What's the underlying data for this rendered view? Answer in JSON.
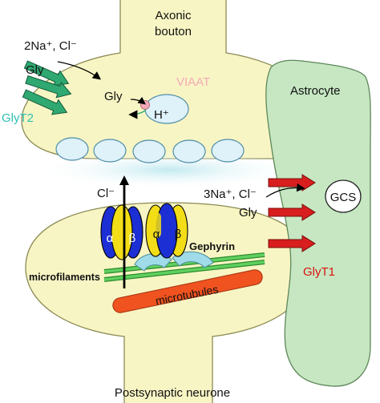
{
  "labels": {
    "axonic_bouton_line1": "Axonic",
    "axonic_bouton_line2": "bouton",
    "ions_presynaptic": "2Na⁺, Cl⁻",
    "gly_in": "Gly",
    "gly_vesicle": "Gly",
    "viaat": "VIAAT",
    "h_plus": "H⁺",
    "glyt2": "GlyT2",
    "astrocyte": "Astrocyte",
    "ions_astro": "3Na⁺, Cl⁻",
    "gly_astro": "Gly",
    "gcs": "GCS",
    "glyt1": "GlyT1",
    "cl_minus": "Cl⁻",
    "alpha": "α",
    "beta": "β",
    "gephyrin": "Gephyrin",
    "microfilaments": "microfilaments",
    "microtubules": "microtubules",
    "postsynaptic": "Postsynaptic neurone"
  },
  "colors": {
    "neuron_fill": "#f8f5c4",
    "neuron_stroke": "#8b8b55",
    "astrocyte_fill": "#c6e7c2",
    "astrocyte_stroke": "#5f875b",
    "vesicle_fill": "#dff1f9",
    "vesicle_stroke": "#4f8fa9",
    "glyt2_transporter": "#2fa872",
    "glyt1_transporter": "#d81e1e",
    "receptor_alpha": "#f2dd18",
    "receptor_beta": "#1c2fd4",
    "gephyrin": "#9fdbe8",
    "microfilament": "#3fb53f",
    "microtubule": "#f0531f",
    "viaat_text": "#f4a9b8",
    "glyt2_text": "#2bbfb0",
    "glyt1_text": "#dd1111"
  }
}
